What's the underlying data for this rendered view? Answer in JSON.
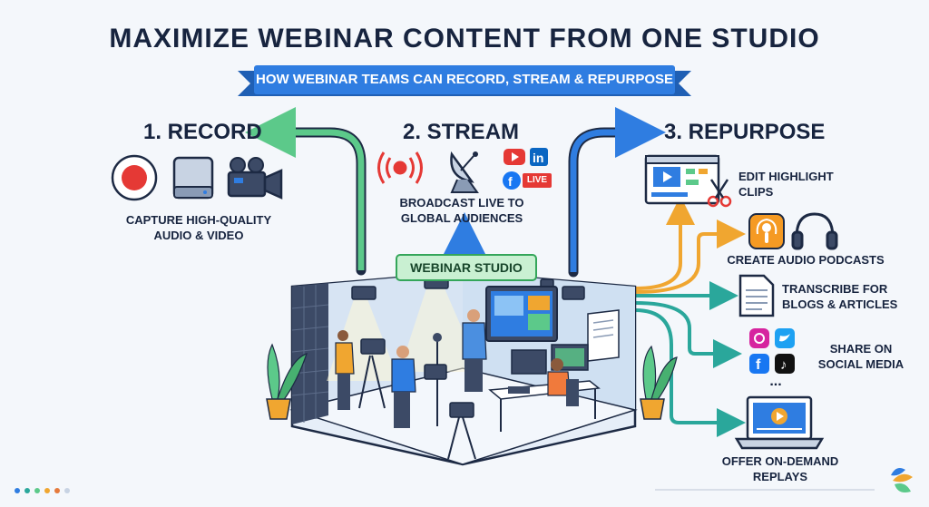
{
  "title": "MAXIMIZE WEBINAR CONTENT FROM ONE STUDIO",
  "subtitle": "HOW WEBINAR TEAMS CAN RECORD, STREAM & REPURPOSE",
  "center_label": "WEBINAR STUDIO",
  "steps": [
    {
      "heading": "1. RECORD",
      "caption_line1": "CAPTURE HIGH-QUALITY",
      "caption_line2": "AUDIO & VIDEO",
      "icons": [
        "record-button-icon",
        "hard-drive-icon",
        "video-camera-icon"
      ]
    },
    {
      "heading": "2. STREAM",
      "caption_line1": "BROADCAST LIVE TO",
      "caption_line2": "GLOBAL AUDIENCES",
      "icons": [
        "broadcast-signal-icon",
        "satellite-dish-icon",
        "youtube-icon",
        "linkedin-icon",
        "facebook-icon"
      ],
      "live_badge": "LIVE"
    },
    {
      "heading": "3. REPURPOSE",
      "outputs": [
        {
          "line1": "EDIT HIGHLIGHT",
          "line2": "CLIPS",
          "icon": "video-editor-icon"
        },
        {
          "line1": "CREATE AUDIO PODCASTS",
          "line2": "",
          "icon": "podcast-icon"
        },
        {
          "line1": "TRANSCRIBE FOR",
          "line2": "BLOGS & ARTICLES",
          "icon": "document-icon"
        },
        {
          "line1": "SHARE ON",
          "line2": "SOCIAL MEDIA",
          "icon": "social-media-icon",
          "more": "..."
        },
        {
          "line1": "OFFER ON-DEMAND",
          "line2": "REPLAYS",
          "icon": "laptop-replay-icon"
        }
      ]
    }
  ],
  "colors": {
    "record_arrow": "#5cc98a",
    "stream_arrow": "#2f7de1",
    "repurpose_arrow": "#f0a630",
    "teal_arrow": "#2aa79b",
    "banner": "#2f7de1"
  }
}
